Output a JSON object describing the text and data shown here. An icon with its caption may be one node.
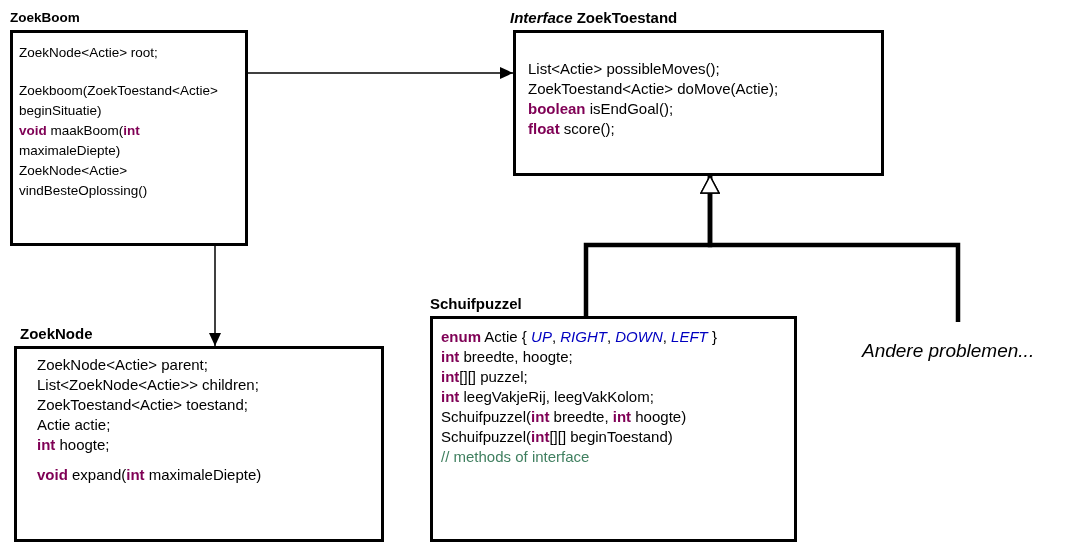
{
  "diagram": {
    "nodes": [
      {
        "text": [
          "ZoekBoom",
          "ZoekNode<Actie> root;",
          "Zoekboom(ZoekToestand<Actie> beginSituatie)",
          "**void** maakBoom(**int** maximaleDiepte)",
          "ZoekNode<Actie> vindBesteOplossing()"
        ]
      },
      {
        "text": [
          "*Interface* ZoekToestand",
          "List<Actie> possibleMoves();",
          "ZoekToestand<Actie> doMove(Actie);",
          "**boolean** isEndGoal();",
          "**float** score();"
        ]
      },
      {
        "text": [
          "ZoekNode",
          "ZoekNode<Actie> parent;",
          "List<ZoekNode<Actie>> children;",
          "ZoekToestand<Actie> toestand;",
          "Actie actie;",
          "**int** hoogte;",
          "**void** expand(**int** maximaleDiepte)"
        ]
      },
      {
        "text": [
          "Schuifpuzzel",
          "**enum** Actie { *UP*, *RIGHT*, *DOWN*, *LEFT* }",
          "**int** breedte, hoogte;",
          "**int**[][] puzzel;",
          "**int** leegVakjeRij, leegVakKolom;",
          "Schuifpuzzel(**int**  breedte, **int** hoogte)",
          "Schuifpuzzel(**int**[][] beginToestand)",
          "// methods of interface"
        ]
      },
      {
        "text": [
          "Andere problemen..."
        ]
      }
    ],
    "edges": [
      {
        "from": 0,
        "to": 1,
        "arrow": "to"
      },
      {
        "from": 0,
        "to": 2,
        "arrow": "to"
      },
      {
        "from": 3,
        "to": 1,
        "arrow": "to",
        "style": "thick"
      },
      {
        "from": 4,
        "to": 1,
        "arrow": "to",
        "style": "thick"
      }
    ]
  }
}
